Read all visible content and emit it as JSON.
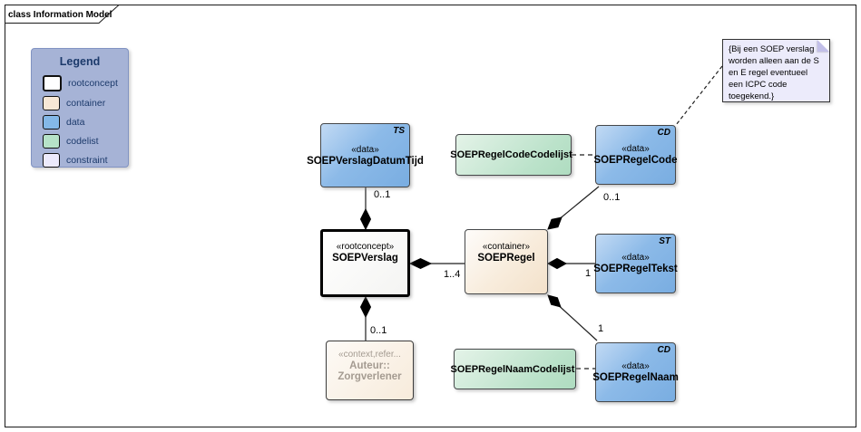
{
  "frame": {
    "tab_label": "class Information Model"
  },
  "legend": {
    "title": "Legend",
    "items": [
      {
        "label": "rootconcept",
        "color": "#ffffff"
      },
      {
        "label": "container",
        "color": "#f8e8d6"
      },
      {
        "label": "data",
        "color": "#84b8e8"
      },
      {
        "label": "codelist",
        "color": "#b6e2c8"
      },
      {
        "label": "constraint",
        "color": "#eceafb"
      }
    ]
  },
  "note": {
    "text": "{Bij een SOEP verslag worden alleen aan de S en E regel eventueel een ICPC code toegekend.}"
  },
  "nodes": {
    "soepverslag_datumtijd": {
      "tag": "TS",
      "stereotype": "«data»",
      "name": "SOEPVerslagDatumTijd"
    },
    "soepregelcode_codelijst": {
      "name": "SOEPRegelCodeCodelijst"
    },
    "soepregelcode": {
      "tag": "CD",
      "stereotype": "«data»",
      "name": "SOEPRegelCode"
    },
    "soepverslag": {
      "stereotype": "«rootconcept»",
      "name": "SOEPVerslag"
    },
    "soepregel": {
      "stereotype": "«container»",
      "name": "SOEPRegel"
    },
    "soepregeltekst": {
      "tag": "ST",
      "stereotype": "«data»",
      "name": "SOEPRegelTekst"
    },
    "soepregelnaam_codelijst": {
      "name": "SOEPRegelNaamCodelijst"
    },
    "soepregelnaam": {
      "tag": "CD",
      "stereotype": "«data»",
      "name": "SOEPRegelNaam"
    },
    "auteur": {
      "stereotype": "«context,refer...",
      "name": "Auteur::",
      "subname": "Zorgverlener"
    }
  },
  "multiplicities": {
    "verslag_datumtijd": "0..1",
    "verslag_regel": "1..4",
    "regel_regelcode": "0..1",
    "regel_regeltekst": "1",
    "regel_regelnaam": "1",
    "verslag_auteur": "0..1"
  },
  "colors": {
    "data": "#84b8e8",
    "container": "#f8e8d6",
    "codelist": "#b6e2c8",
    "rootconcept": "#ffffff",
    "constraint": "#eceafb",
    "legend_background": "#a6b3d6",
    "legend_text": "#1c3a6b"
  }
}
